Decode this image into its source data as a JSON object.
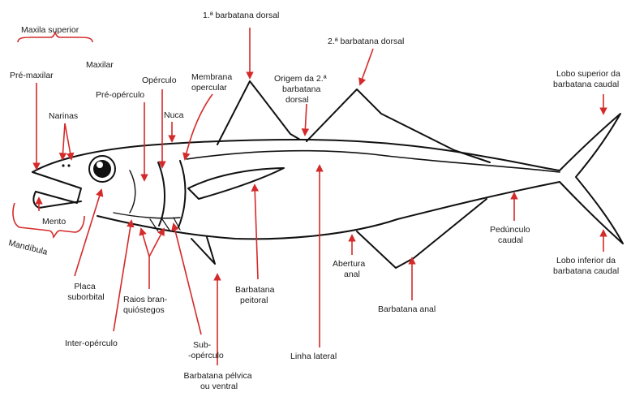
{
  "labels": {
    "maxila_superior": "Maxila superior",
    "pre_maxilar": "Pré-maxilar",
    "maxilar": "Maxilar",
    "narinas": "Narinas",
    "mento": "Mento",
    "mandibula": "Mandíbula",
    "placa_suborbital": [
      "Placa",
      "suborbital"
    ],
    "inter_operculo": "Inter-opérculo",
    "pre_operculo": "Pré-opérculo",
    "operculo": "Opérculo",
    "nuca": "Nuca",
    "membrana_opercular": [
      "Membrana",
      "opercular"
    ],
    "raios_branquiostegos": [
      "Raios bran-",
      "quióstegos"
    ],
    "sub_operculo": [
      "Sub-",
      "-opérculo"
    ],
    "barbatana_pelvica": [
      "Barbatana pélvica",
      "ou ventral"
    ],
    "barbatana_peitoral": [
      "Barbatana",
      "peitoral"
    ],
    "primeira_dorsal": "1.ª barbatana dorsal",
    "segunda_dorsal": "2.ª barbatana dorsal",
    "origem_segunda_dorsal": [
      "Origem da 2.ª",
      "barbatana",
      "dorsal"
    ],
    "linha_lateral": "Linha lateral",
    "abertura_anal": [
      "Abertura",
      "anal"
    ],
    "barbatana_anal": "Barbatana anal",
    "pedunculo_caudal": [
      "Pedúnculo",
      "caudal"
    ],
    "lobo_superior": [
      "Lobo superior da",
      "barbatana caudal"
    ],
    "lobo_inferior": [
      "Lobo inferior da",
      "barbatana caudal"
    ]
  },
  "colors": {
    "arrow": "#d42a2a",
    "outline": "#111111",
    "text": "#1a1a1a"
  }
}
